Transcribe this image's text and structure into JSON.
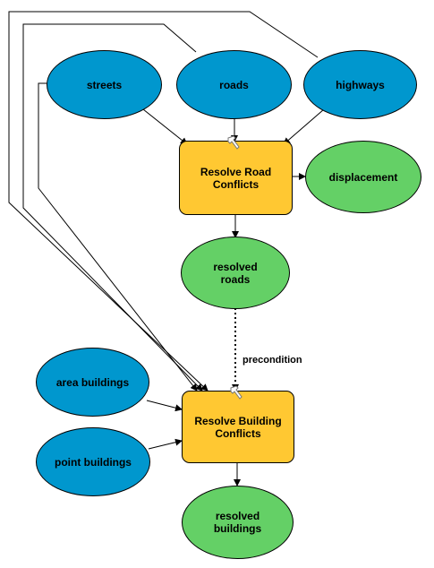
{
  "nodes": {
    "streets": "streets",
    "roads": "roads",
    "highways": "highways",
    "resolve_road_conflicts": "Resolve Road\nConflicts",
    "displacement": "displacement",
    "resolved_roads": "resolved\nroads",
    "area_buildings": "area buildings",
    "point_buildings": "point buildings",
    "resolve_building_conflicts": "Resolve Building\nConflicts",
    "resolved_buildings": "resolved\nbuildings"
  },
  "edge_labels": {
    "precondition": "precondition"
  },
  "colors": {
    "input_data": "#0097CE",
    "output_data": "#64D066",
    "tool": "#FFC832",
    "connector": "#000000"
  },
  "icons": {
    "tool": "hammer-icon"
  }
}
